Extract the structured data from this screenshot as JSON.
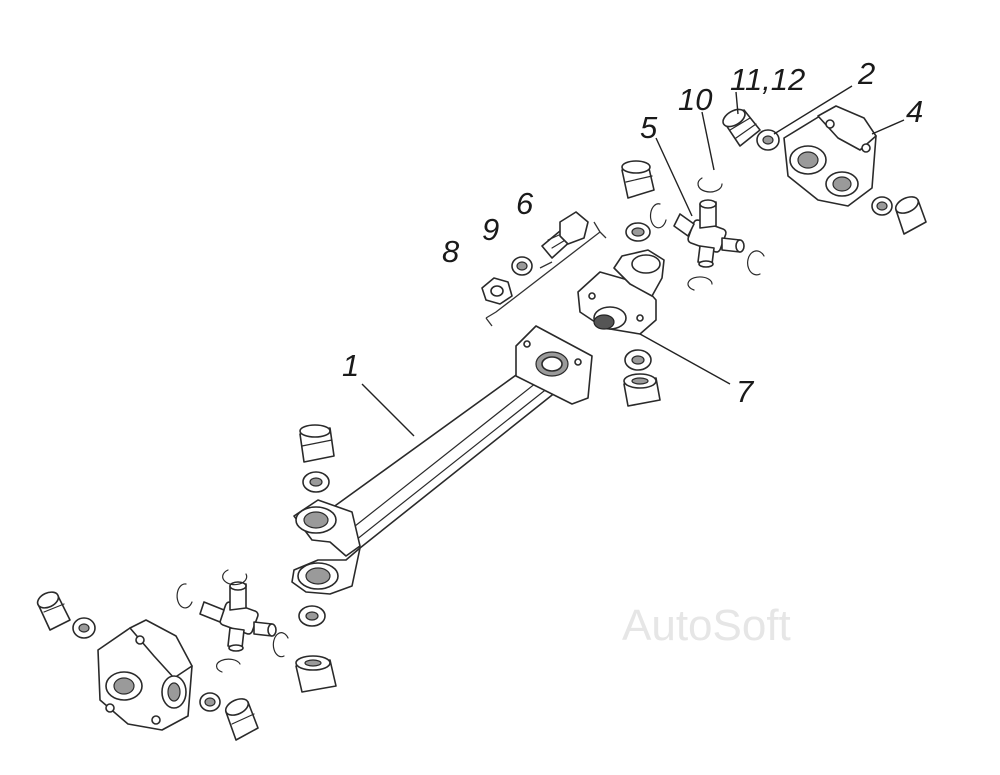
{
  "callouts": [
    {
      "id": "1",
      "label": "1"
    },
    {
      "id": "2",
      "label": "2"
    },
    {
      "id": "4",
      "label": "4"
    },
    {
      "id": "5",
      "label": "5"
    },
    {
      "id": "6",
      "label": "6"
    },
    {
      "id": "7",
      "label": "7"
    },
    {
      "id": "8",
      "label": "8"
    },
    {
      "id": "9",
      "label": "9"
    },
    {
      "id": "10",
      "label": "10"
    },
    {
      "id": "11_12",
      "label": "11,12"
    }
  ],
  "watermark": "AutoSoft",
  "colors": {
    "line": "#2a2a2a",
    "background": "#ffffff",
    "watermark": "#e6e6e6"
  }
}
